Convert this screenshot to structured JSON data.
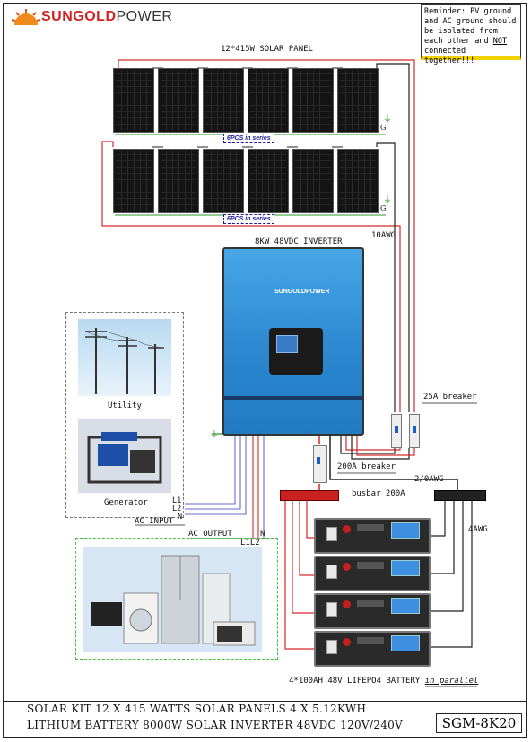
{
  "brand": {
    "name_part1": "SUNGOLD",
    "name_part2": "POWER",
    "accent_color": "#d02424"
  },
  "reminder": {
    "text_before": "Reminder: PV ground and AC ground should be isolated from each other and ",
    "emphasis": "NOT",
    "text_after": " connected together!!!"
  },
  "labels": {
    "solar_panel": "12*415W SOLAR PANEL",
    "series_top": "6PCS in series",
    "series_bottom": "6PCS in series",
    "ground_g1": "G",
    "ground_g2": "G",
    "wire_10awg": "10AWG",
    "inverter": "8KW 48VDC INVERTER",
    "inverter_logo": "SUNGOLDPOWER",
    "breaker_25a": "25A breaker",
    "breaker_200a": "200A breaker",
    "wire_2_0awg": "2/0AWG",
    "busbar": "busbar 200A",
    "wire_4awg": "4AWG",
    "utility": "Utility",
    "generator": "Generator",
    "ac_input": "AC INPUT",
    "l1": "L1",
    "l2": "L2",
    "n_in": "N",
    "ac_output": "AC OUTPUT",
    "n_out": "N",
    "l1l2_out": "L1L2",
    "battery_caption_main": "4*100AH 48V LIFEPO4 BATTERY ",
    "battery_caption_italic": "in parallel"
  },
  "footer": {
    "line1": "SOLAR KIT 12 X 415 WATTS SOLAR PANELS 4 X 5.12KWH",
    "line2": "LITHIUM BATTERY 8000W SOLAR INVERTER 48VDC 120V/240V",
    "model": "SGM-8K20"
  },
  "colors": {
    "positive_wire": "#d42a2a",
    "negative_wire": "#222222",
    "ac_wire": "#6a6acc",
    "ground_wire": "#2a9a2a",
    "inverter_blue": "#2a86cf"
  }
}
